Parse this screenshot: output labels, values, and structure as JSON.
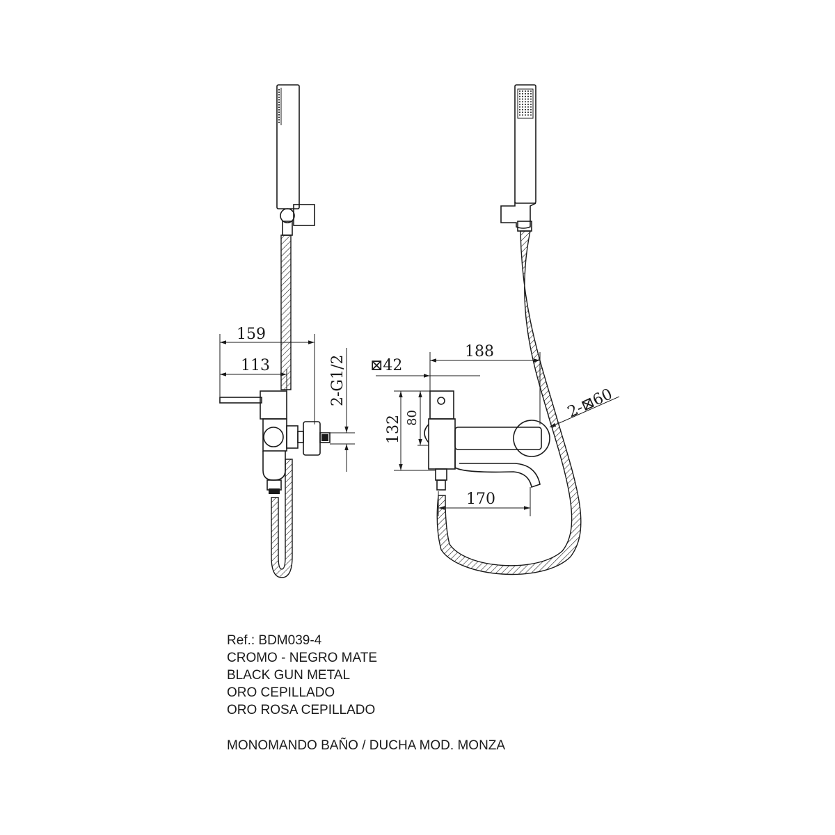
{
  "dimensions": {
    "d159": "159",
    "d113": "113",
    "thread": "2-G1/2",
    "d188": "188",
    "sq42": "⊠42",
    "d132": "132",
    "d80": "80",
    "d170": "170",
    "sq60": "2-⊠60"
  },
  "caption": {
    "ref": "Ref.: BDM039-4",
    "finishes": [
      "CROMO - NEGRO MATE",
      "BLACK GUN METAL",
      "ORO CEPILLADO",
      "ORO ROSA CEPILLADO"
    ],
    "model": "MONOMANDO BAÑO / DUCHA MOD. MONZA"
  },
  "colors": {
    "line": "#1a1a1a",
    "background": "#ffffff"
  }
}
